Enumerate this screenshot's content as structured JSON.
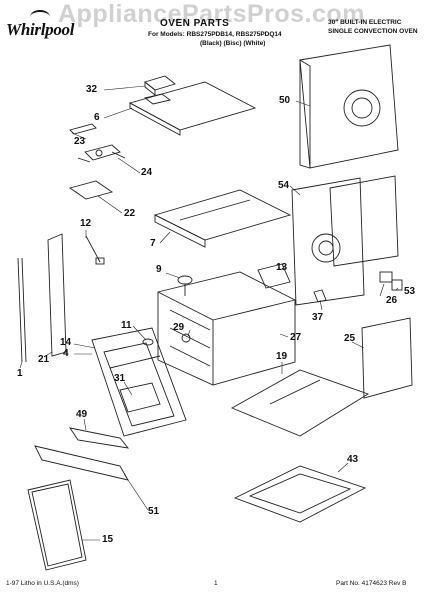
{
  "header": {
    "brand": "Whirlpool",
    "watermark": "AppliancePartsPros.com",
    "section_title": "OVEN PARTS",
    "model_line": "For Models: RBS275PDB14, RBS275PDQ14",
    "color_line": "(Black)   (Bisc)   (White)",
    "product_line_1": "30\" BUILT-IN ELECTRIC",
    "product_line_2": "SINGLE CONVECTION OVEN"
  },
  "callouts": [
    "32",
    "6",
    "23",
    "24",
    "22",
    "50",
    "54",
    "12",
    "7",
    "9",
    "13",
    "26",
    "53",
    "37",
    "11",
    "29",
    "27",
    "14",
    "4",
    "21",
    "1",
    "31",
    "25",
    "19",
    "49",
    "43",
    "51",
    "15"
  ],
  "footer": {
    "left": "1-97 Litho in U.S.A.(dms)",
    "center": "1",
    "right": "Part No. 4174623 Rev B"
  }
}
